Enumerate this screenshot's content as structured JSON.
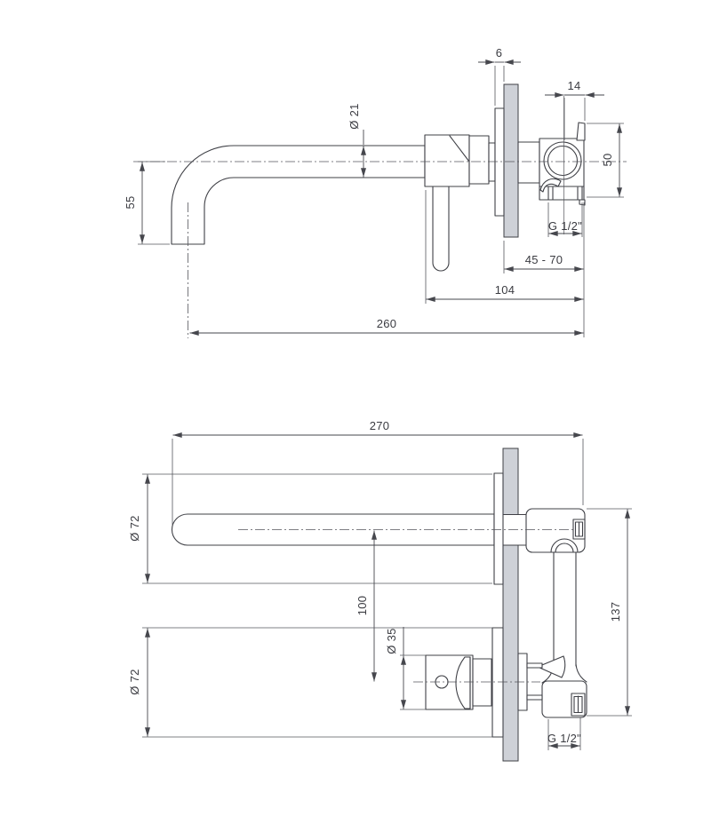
{
  "drawing": {
    "type": "technical-drawing",
    "subject": "wall-mounted-basin-mixer",
    "background": "#ffffff",
    "line_color": "#3f4046",
    "wall_fill": "#ced1d7"
  },
  "dims": {
    "top": {
      "plate_thickness": "6",
      "cartridge_width": "14",
      "spout_diameter": "Ø 21",
      "valve_height": "50",
      "spout_drop": "55",
      "thread_size": "G 1/2\"",
      "mounting_depth_range": "45 - 70",
      "body_length": "104",
      "spout_reach": "260"
    },
    "plan": {
      "spout_length": "270",
      "spout_escutcheon_diameter": "Ø 72",
      "handle_offset": "100",
      "handle_diameter": "Ø 35",
      "handle_escutcheon_diameter": "Ø 72",
      "valve_length": "137",
      "thread_size": "G 1/2\""
    }
  }
}
